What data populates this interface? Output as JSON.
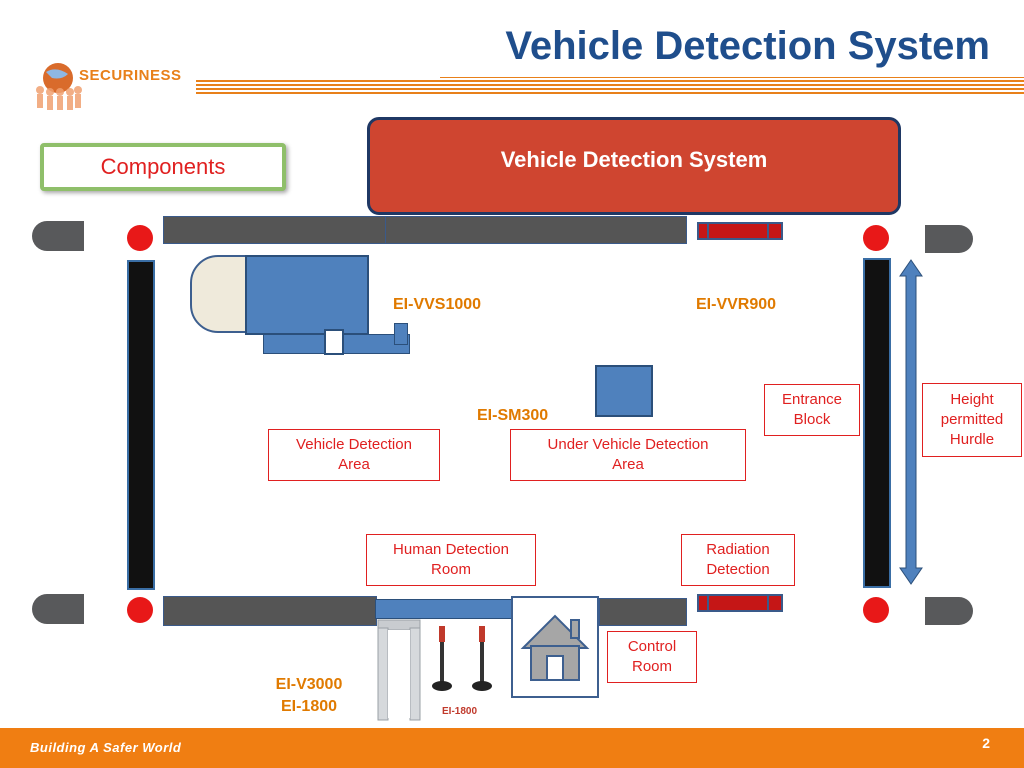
{
  "header": {
    "title": "Vehicle Detection System",
    "logo_text": "SECURINESS"
  },
  "components_label": "Components",
  "system_box_label": "Vehicle Detection System",
  "products": {
    "scanner": "EI-VVS1000",
    "recognizer": "EI-VVR900",
    "under_vehicle": "EI-SM300",
    "metal_detector_line1": "EI-V3000",
    "metal_detector_line2": "EI-1800",
    "pole_label": "EI-1800"
  },
  "areas": {
    "entrance_block": [
      "Entrance",
      "Block"
    ],
    "height_hurdle": [
      "Height",
      "permitted",
      "Hurdle"
    ],
    "vehicle_detection": [
      "Vehicle Detection",
      "Area"
    ],
    "under_vehicle_detection": [
      "Under Vehicle Detection",
      "Area"
    ],
    "human_detection": [
      "Human Detection",
      "Room"
    ],
    "radiation_detection": [
      "Radiation",
      "Detection"
    ],
    "control_room": [
      "Control",
      "Room"
    ]
  },
  "footer": {
    "tagline": "Building A Safer World",
    "page_number": "2"
  },
  "colors": {
    "title": "#1f4e8c",
    "accent_orange": "#f07e12",
    "system_box": "#cf4530",
    "label_red": "#e02020"
  }
}
